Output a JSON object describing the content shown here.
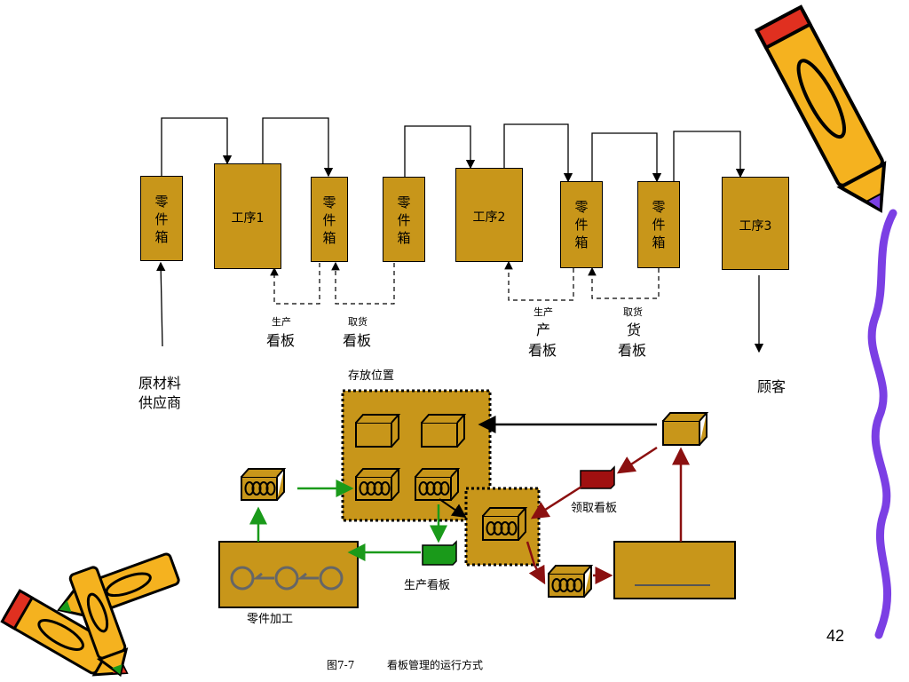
{
  "top_flow": {
    "boxes": [
      {
        "text": "零\n件\n箱"
      },
      {
        "text": "工序1"
      },
      {
        "text": "零\n件\n箱"
      },
      {
        "text": "零\n件\n箱"
      },
      {
        "text": "工序2"
      },
      {
        "text": "零\n件\n箱"
      },
      {
        "text": "零\n件\n箱"
      },
      {
        "text": "工序3"
      }
    ],
    "labels": {
      "kanban1_small": "生产",
      "kanban1_main": "看板",
      "kanban2_small": "取货",
      "kanban2_main": "看板",
      "kanban3_small": "生产",
      "kanban3_mid": "产",
      "kanban3_main": "看板",
      "kanban4_small": "取货",
      "kanban4_mid": "货",
      "kanban4_main": "看板",
      "supplier_line1": "原材料",
      "supplier_line2": "供应商",
      "customer": "顾客"
    }
  },
  "bottom_flow": {
    "storage_label": "存放位置",
    "pickup_kanban_label": "领取看板",
    "production_kanban_label": "生产看板",
    "machining_label": "零件加工"
  },
  "page_number": "42",
  "caption": {
    "figure": "图7-7",
    "title": "看板管理的运行方式"
  },
  "colors": {
    "box_fill": "#c8961a",
    "pickup_kanban": "#a01010",
    "production_kanban": "#1a9a1a",
    "decor_wave": "#7b3fe4"
  },
  "icons": [
    "pencil-icon",
    "crayon-icon"
  ]
}
